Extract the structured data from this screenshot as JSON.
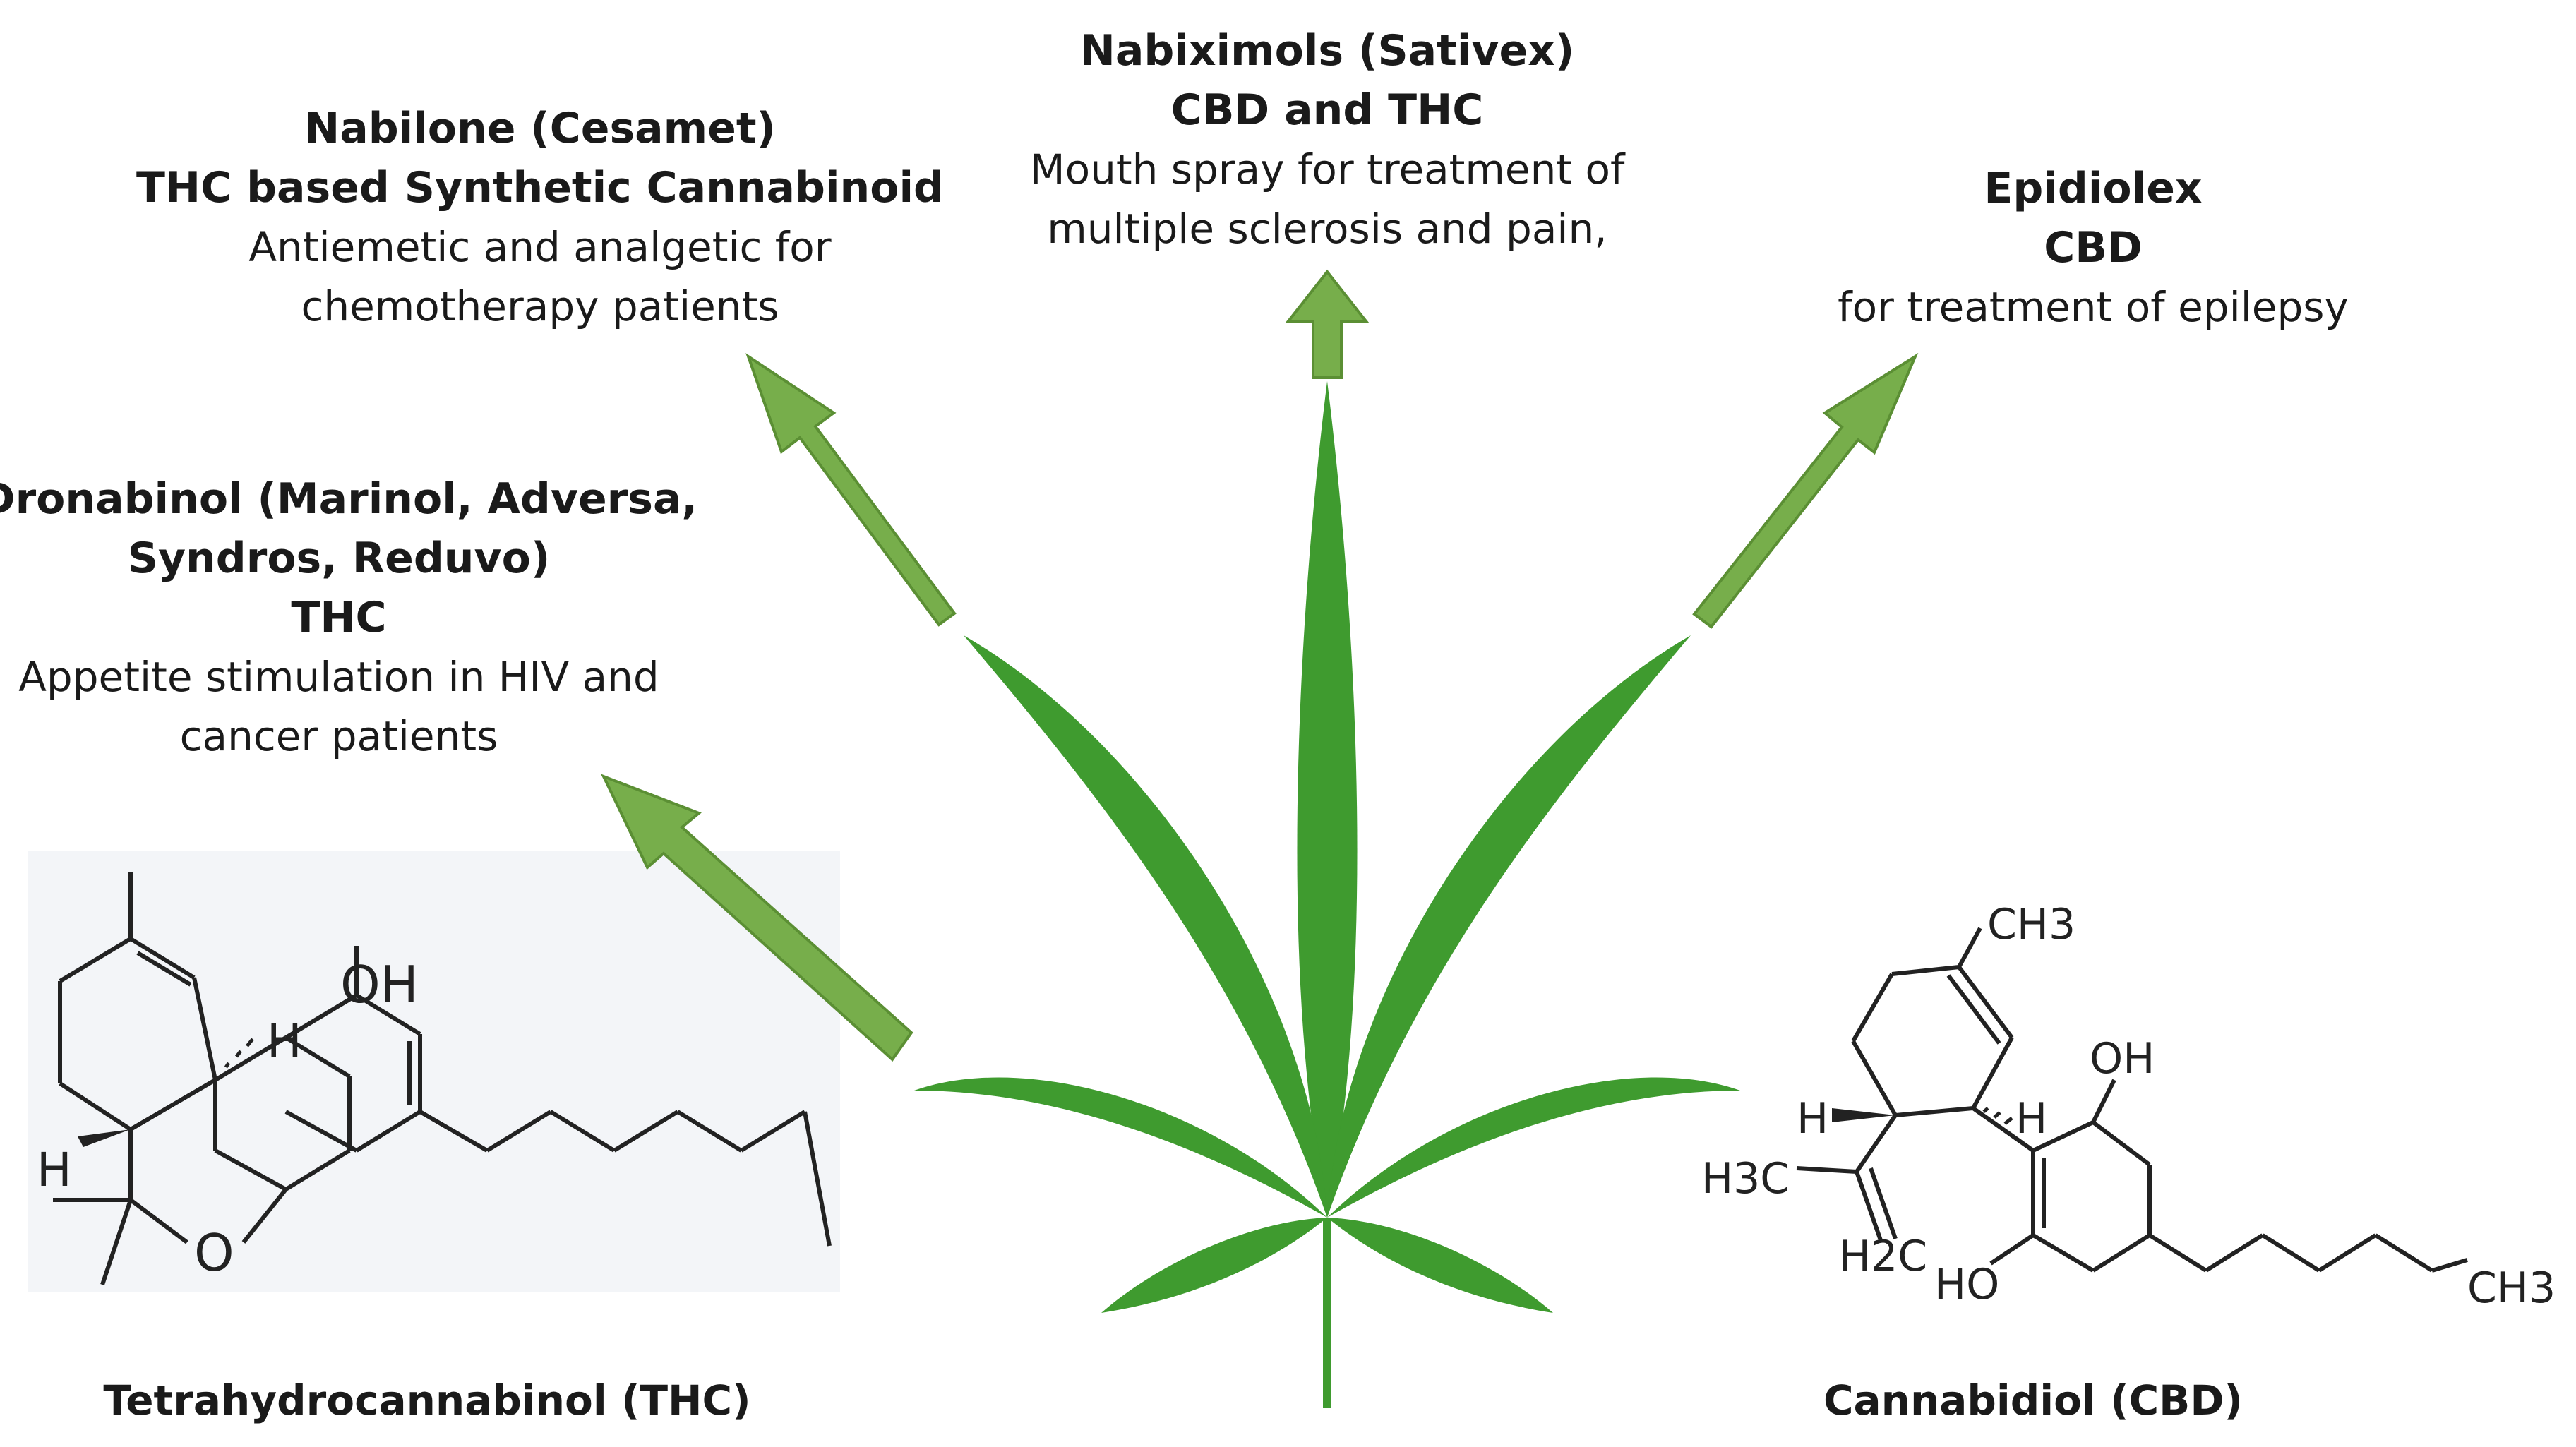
{
  "drugs": [
    {
      "id": "nabiximols",
      "name": "Nabiximols (Sativex)",
      "compound": "CBD and THC",
      "use": [
        "Mouth spray for treatment of",
        "multiple sclerosis and pain,"
      ]
    },
    {
      "id": "nabilone",
      "name": "Nabilone (Cesamet)",
      "compound": "THC based Synthetic Cannabinoid",
      "use": [
        "Antiemetic and analgetic for",
        "chemotherapy patients"
      ]
    },
    {
      "id": "epidiolex",
      "name": "Epidiolex",
      "compound": "CBD",
      "use": [
        "for treatment of epilepsy"
      ]
    },
    {
      "id": "dronabinol",
      "name": [
        "Dronabinol (Marinol, Adversa,",
        "Syndros, Reduvo)"
      ],
      "compound": "THC",
      "use": [
        "Appetite stimulation in HIV and",
        "cancer patients"
      ]
    }
  ],
  "molecules": {
    "thc": {
      "caption": "Tetrahydrocannabinol (THC)",
      "labels": {
        "oh": "OH",
        "h_top": "H",
        "h_left": "H",
        "o": "O"
      }
    },
    "cbd": {
      "caption": "Cannabidiol (CBD)",
      "labels": {
        "ch3_top": "CH3",
        "h_left": "H",
        "h_right": "H",
        "oh_top": "OH",
        "h3c": "H3C",
        "h2c": "H2C",
        "ho": "HO",
        "ch3_right": "CH3"
      }
    }
  },
  "colors": {
    "leaf": "#3f9b2f",
    "arrow": "#77ae4b",
    "arrow_edge": "#5b8f34",
    "panel": "#f3f5f8"
  }
}
